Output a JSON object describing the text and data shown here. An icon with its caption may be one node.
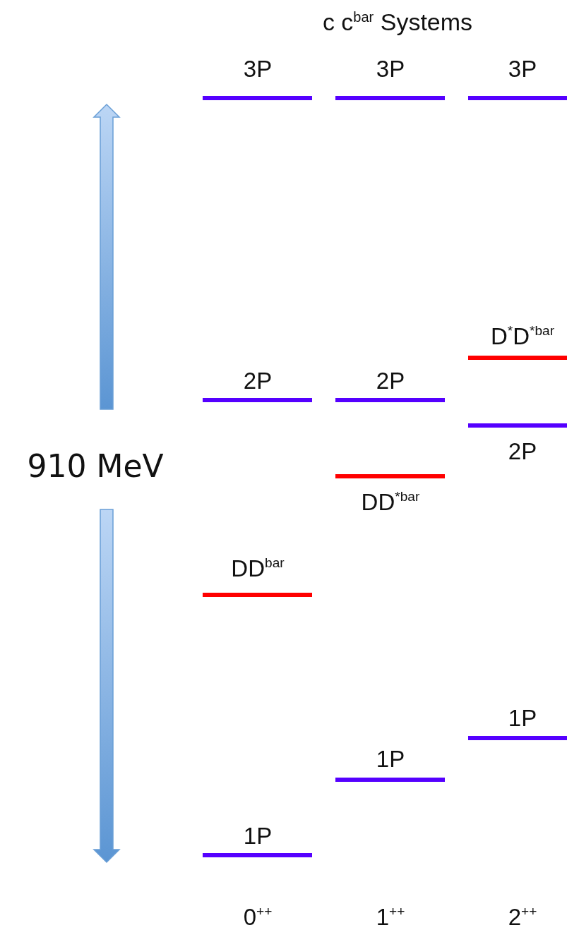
{
  "diagram": {
    "title": "c c$^{bar}$ Systems",
    "labels": [
      "3P",
      "3P",
      "3P",
      "D$^{*}$D$^{*bar}$",
      "2P",
      "2P",
      "2P",
      "910 MeV",
      "DD$^{*bar}$",
      "DD$^{bar}$",
      "1P",
      "1P",
      "1P",
      "0$^{++}$",
      "1$^{++}$",
      "2$^{++}$"
    ]
  }
}
